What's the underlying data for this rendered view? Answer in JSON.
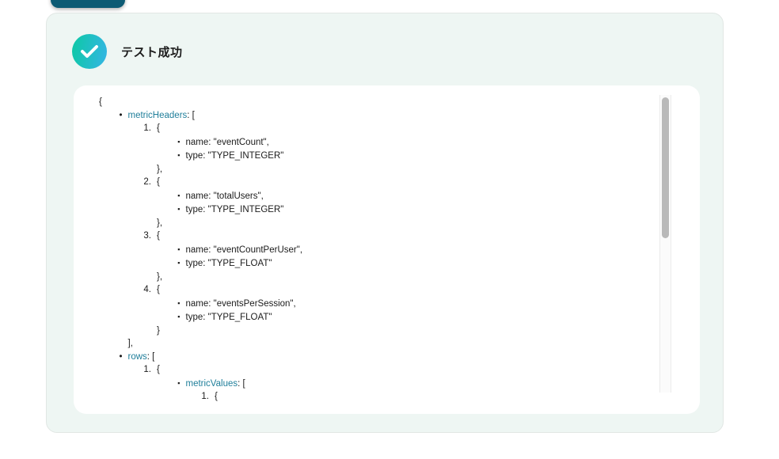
{
  "colors": {
    "button_color": "#0d5b74",
    "card_bg": "#eef6f3",
    "accent_gradient_start": "#0cc9a4",
    "accent_gradient_end": "#35b5e5",
    "json_key_color": "#1f7e9a"
  },
  "result_card": {
    "status_title": "テスト成功"
  },
  "response_preview": {
    "metricHeaders": [
      {
        "name": "eventCount",
        "type": "TYPE_INTEGER"
      },
      {
        "name": "totalUsers",
        "type": "TYPE_INTEGER"
      },
      {
        "name": "eventCountPerUser",
        "type": "TYPE_FLOAT"
      },
      {
        "name": "eventsPerSession",
        "type": "TYPE_FLOAT"
      }
    ]
  },
  "json_viewer": {
    "lines": [
      {
        "level": 0,
        "marker": "",
        "parts": [
          {
            "text": "{",
            "key": false
          }
        ]
      },
      {
        "level": 1,
        "marker": "disc",
        "parts": [
          {
            "text": "metricHeaders",
            "key": true
          },
          {
            "text": ": [",
            "key": false
          }
        ]
      },
      {
        "level": 2,
        "marker": "1.",
        "parts": [
          {
            "text": "{",
            "key": false
          }
        ]
      },
      {
        "level": 3,
        "marker": "square",
        "parts": [
          {
            "text": "name: \"eventCount\",",
            "key": false
          }
        ]
      },
      {
        "level": 3,
        "marker": "square",
        "parts": [
          {
            "text": "type: \"TYPE_INTEGER\"",
            "key": false
          }
        ]
      },
      {
        "level": 2,
        "marker": "",
        "parts": [
          {
            "text": "},",
            "key": false
          }
        ]
      },
      {
        "level": 2,
        "marker": "2.",
        "parts": [
          {
            "text": "{",
            "key": false
          }
        ]
      },
      {
        "level": 3,
        "marker": "square",
        "parts": [
          {
            "text": "name: \"totalUsers\",",
            "key": false
          }
        ]
      },
      {
        "level": 3,
        "marker": "square",
        "parts": [
          {
            "text": "type: \"TYPE_INTEGER\"",
            "key": false
          }
        ]
      },
      {
        "level": 2,
        "marker": "",
        "parts": [
          {
            "text": "},",
            "key": false
          }
        ]
      },
      {
        "level": 2,
        "marker": "3.",
        "parts": [
          {
            "text": "{",
            "key": false
          }
        ]
      },
      {
        "level": 3,
        "marker": "square",
        "parts": [
          {
            "text": "name: \"eventCountPerUser\",",
            "key": false
          }
        ]
      },
      {
        "level": 3,
        "marker": "square",
        "parts": [
          {
            "text": "type: \"TYPE_FLOAT\"",
            "key": false
          }
        ]
      },
      {
        "level": 2,
        "marker": "",
        "parts": [
          {
            "text": "},",
            "key": false
          }
        ]
      },
      {
        "level": 2,
        "marker": "4.",
        "parts": [
          {
            "text": "{",
            "key": false
          }
        ]
      },
      {
        "level": 3,
        "marker": "square",
        "parts": [
          {
            "text": "name: \"eventsPerSession\",",
            "key": false
          }
        ]
      },
      {
        "level": 3,
        "marker": "square",
        "parts": [
          {
            "text": "type: \"TYPE_FLOAT\"",
            "key": false
          }
        ]
      },
      {
        "level": 2,
        "marker": "",
        "parts": [
          {
            "text": "}",
            "key": false
          }
        ]
      },
      {
        "level": 1,
        "marker": "",
        "parts": [
          {
            "text": "],",
            "key": false
          }
        ]
      },
      {
        "level": 1,
        "marker": "disc",
        "parts": [
          {
            "text": "rows",
            "key": true
          },
          {
            "text": ": [",
            "key": false
          }
        ]
      },
      {
        "level": 2,
        "marker": "1.",
        "parts": [
          {
            "text": "{",
            "key": false
          }
        ]
      },
      {
        "level": 3,
        "marker": "square",
        "parts": [
          {
            "text": "metricValues",
            "key": true
          },
          {
            "text": ": [",
            "key": false
          }
        ]
      },
      {
        "level": 4,
        "marker": "1.",
        "parts": [
          {
            "text": "{",
            "key": false
          }
        ]
      }
    ]
  }
}
